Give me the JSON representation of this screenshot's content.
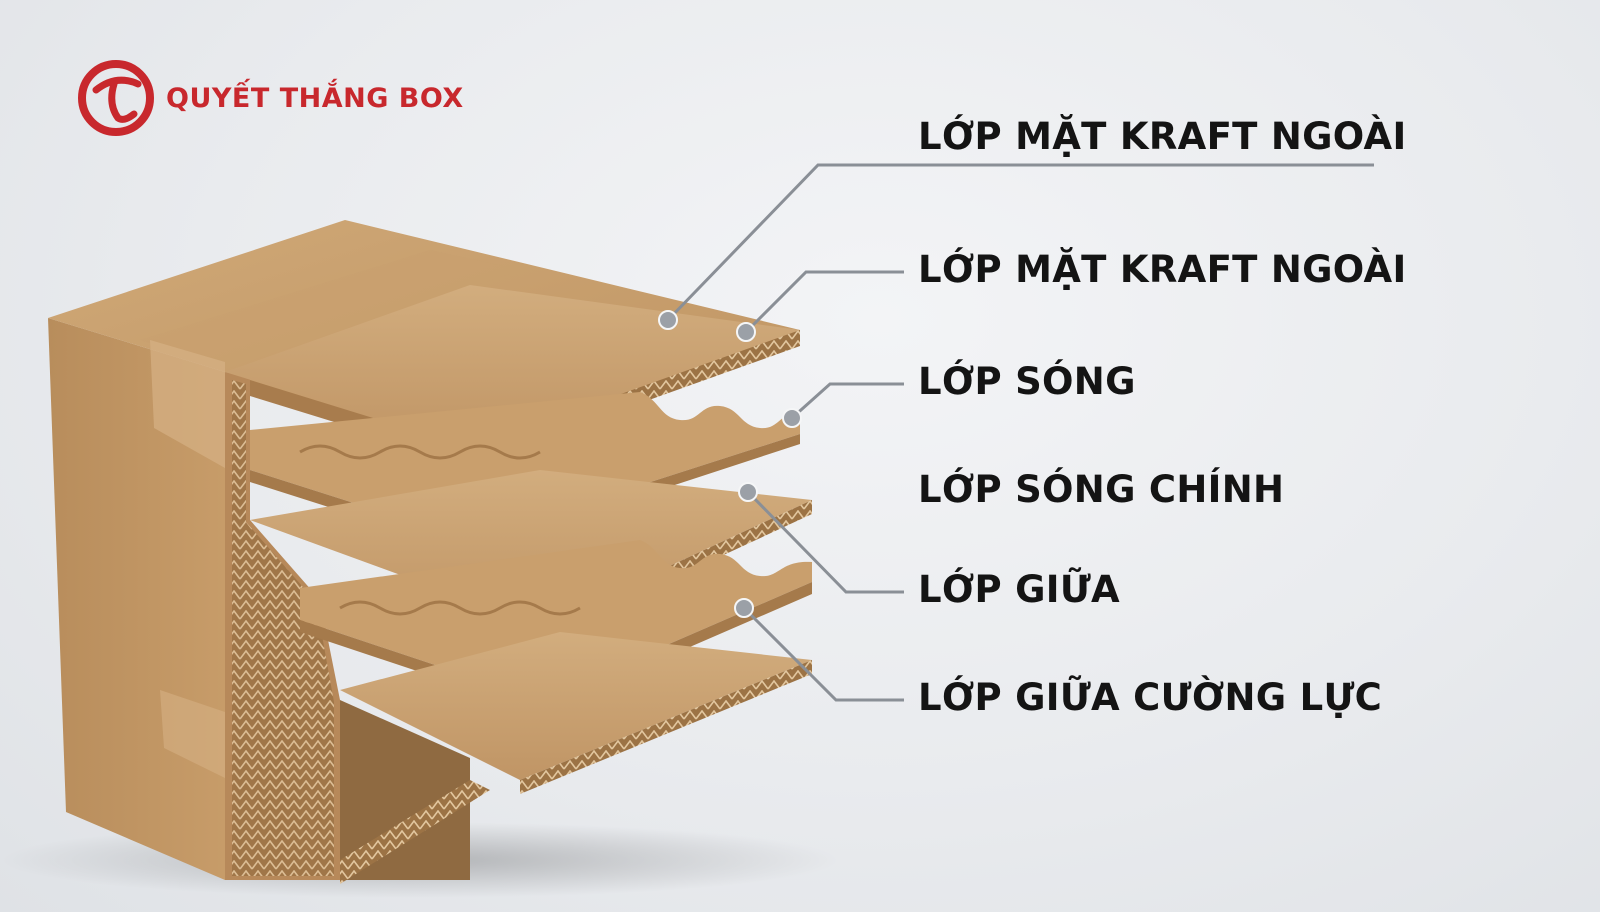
{
  "brand": {
    "name": "QUYẾT THẮNG BOX",
    "color": "#c8282d",
    "logo_icon": "brand-logo-icon"
  },
  "layers": [
    {
      "id": "outer-kraft-1",
      "label": "LỚP MẶT KRAFT NGOÀI"
    },
    {
      "id": "outer-kraft-2",
      "label": "LỚP MẶT KRAFT NGOÀI"
    },
    {
      "id": "flute",
      "label": "LỚP SÓNG"
    },
    {
      "id": "main-flute",
      "label": "LỚP SÓNG CHÍNH"
    },
    {
      "id": "middle",
      "label": "LỚP GIỮA"
    },
    {
      "id": "reinforced-middle",
      "label": "LỚP GIỮA CƯỜNG LỰC"
    }
  ],
  "colors": {
    "cardboard": "#c49a68",
    "cardboard_dark": "#a57a4b",
    "cardboard_light": "#d3ad7e",
    "leader_line": "#8a8f96"
  }
}
